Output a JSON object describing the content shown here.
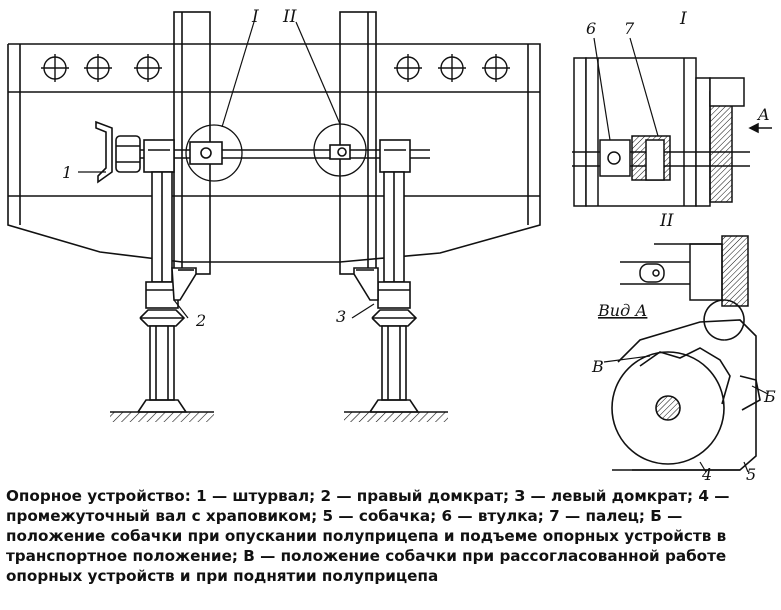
{
  "labels": {
    "main": {
      "steering_wheel": "1",
      "right_jack": "2",
      "left_jack": "3",
      "callout_1": "I",
      "callout_2": "II"
    },
    "detail_1": {
      "title": "I",
      "bushing": "6",
      "pin": "7",
      "view_arrow": "A"
    },
    "detail_2": {
      "title": "II"
    },
    "view_a": {
      "title": "Вид А",
      "position_v": "В",
      "position_b": "Б",
      "shaft": "4",
      "pawl": "5"
    }
  },
  "caption": {
    "text": "Опорное устройство: 1 — штурвал; 2 — правый домкрат; З — левый домкрат; 4 — промежуточный вал с храповиком; 5 — собачка; 6 — втулка; 7 — палец; Б — положение собачки при опускании полуприцепа и подъеме опорных устройств в транспортное положение; В — положение собачки при рассогласованной работе опорных устройств и при поднятии полуприцепа"
  }
}
